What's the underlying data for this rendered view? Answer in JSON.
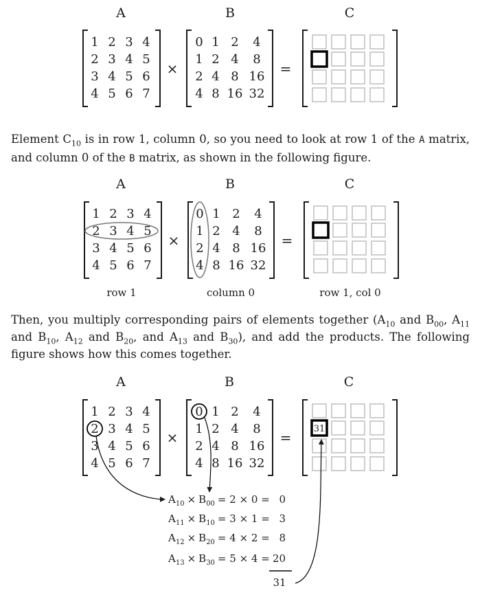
{
  "figure1": {
    "label_a": "A",
    "label_b": "B",
    "label_c": "C",
    "matrix_a": [
      [
        "1",
        "2",
        "3",
        "4"
      ],
      [
        "2",
        "3",
        "4",
        "5"
      ],
      [
        "3",
        "4",
        "5",
        "6"
      ],
      [
        "4",
        "5",
        "6",
        "7"
      ]
    ],
    "matrix_b": [
      [
        "0",
        "1",
        "2",
        "4"
      ],
      [
        "1",
        "2",
        "4",
        "8"
      ],
      [
        "2",
        "4",
        "8",
        "16"
      ],
      [
        "4",
        "8",
        "16",
        "32"
      ]
    ],
    "times": "×",
    "equals": "="
  },
  "para1": {
    "t1": "Element C",
    "sub1": "10",
    "t2": " is in row 1, column 0, so you need to look at row 1 of the ",
    "code1": "A",
    "t3": " matrix, and column 0 of the ",
    "code2": "B",
    "t4": " matrix, as shown in the following figure."
  },
  "figure2": {
    "caption_a": "row 1",
    "caption_b": "column 0",
    "caption_c": "row 1, col 0"
  },
  "para2": {
    "t1": "Then, you multiply corresponding pairs of elements together (A",
    "s1": "10",
    "t2": " and B",
    "s2": "00",
    "t3": ", A",
    "s3": "11",
    "t4": " and B",
    "s4": "10",
    "t5": ", A",
    "s5": "12",
    "t6": " and B",
    "s6": "20",
    "t7": ", and A",
    "s7": "13",
    "t8": " and B",
    "s8": "30",
    "t9": "), and add the products. The following figure shows how this comes together."
  },
  "figure3": {
    "result_cell": "31",
    "products": [
      {
        "a": "A",
        "a_sub": "10",
        "b": "B",
        "b_sub": "00",
        "expr": "= 2 × 0 =",
        "value": "0"
      },
      {
        "a": "A",
        "a_sub": "11",
        "b": "B",
        "b_sub": "10",
        "expr": "= 3 × 1 =",
        "value": "3"
      },
      {
        "a": "A",
        "a_sub": "12",
        "b": "B",
        "b_sub": "20",
        "expr": "= 4 × 2 =",
        "value": "8"
      },
      {
        "a": "A",
        "a_sub": "13",
        "b": "B",
        "b_sub": "30",
        "expr": "= 5 × 4 =",
        "value": "20"
      }
    ],
    "times_symbol": "×",
    "total": "31"
  }
}
